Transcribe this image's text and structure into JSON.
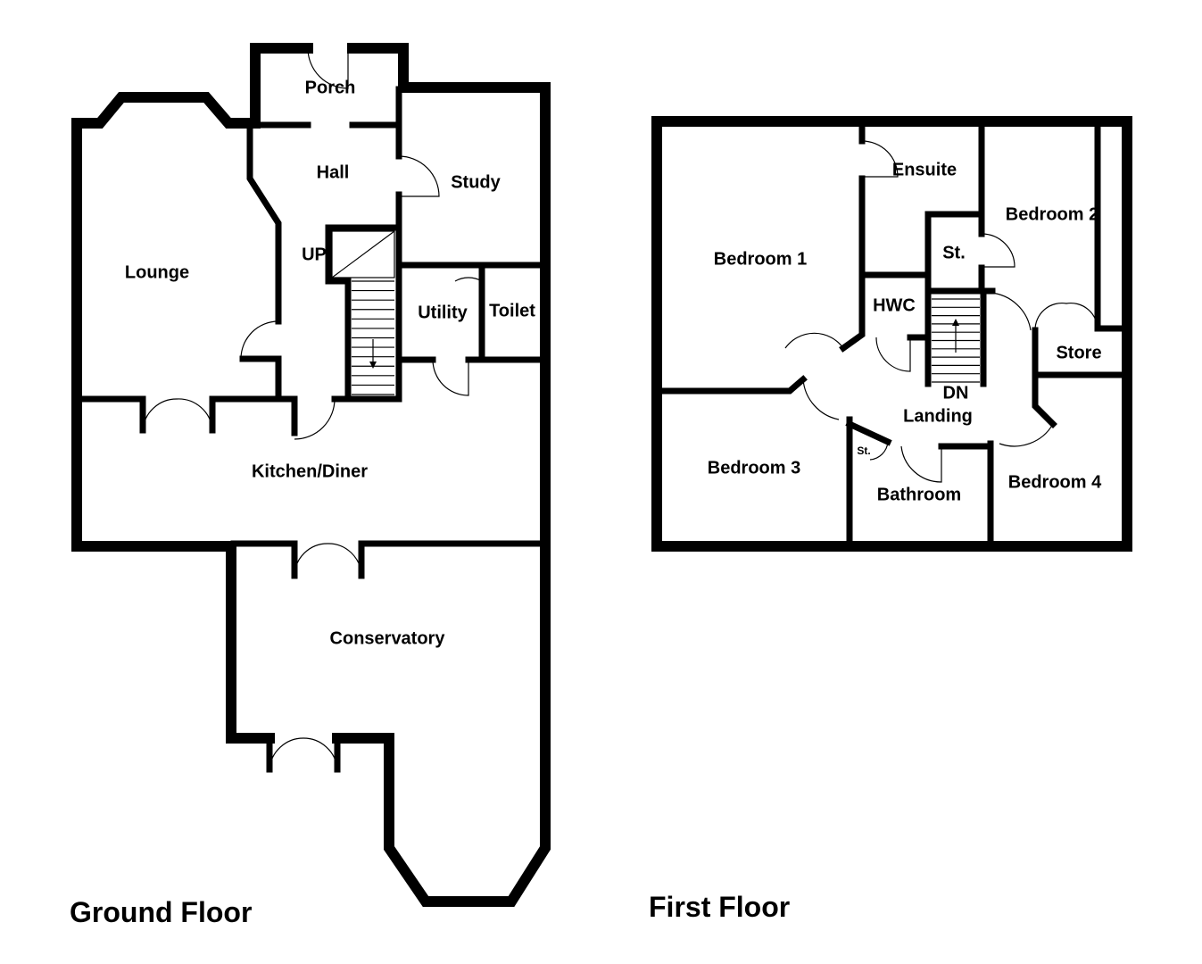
{
  "ground_floor": {
    "title": "Ground Floor",
    "rooms": {
      "porch": "Porch",
      "hall": "Hall",
      "study": "Study",
      "up": "UP",
      "lounge": "Lounge",
      "utility": "Utility",
      "toilet": "Toilet",
      "kitchen": "Kitchen/Diner",
      "conservatory": "Conservatory"
    }
  },
  "first_floor": {
    "title": "First Floor",
    "rooms": {
      "ensuite": "Ensuite",
      "bedroom2": "Bedroom 2",
      "bedroom1": "Bedroom 1",
      "store_small": "St.",
      "hwc": "HWC",
      "store": "Store",
      "dn": "DN",
      "landing": "Landing",
      "bedroom3": "Bedroom 3",
      "store_bath": "St.",
      "bathroom": "Bathroom",
      "bedroom4": "Bedroom 4"
    }
  }
}
